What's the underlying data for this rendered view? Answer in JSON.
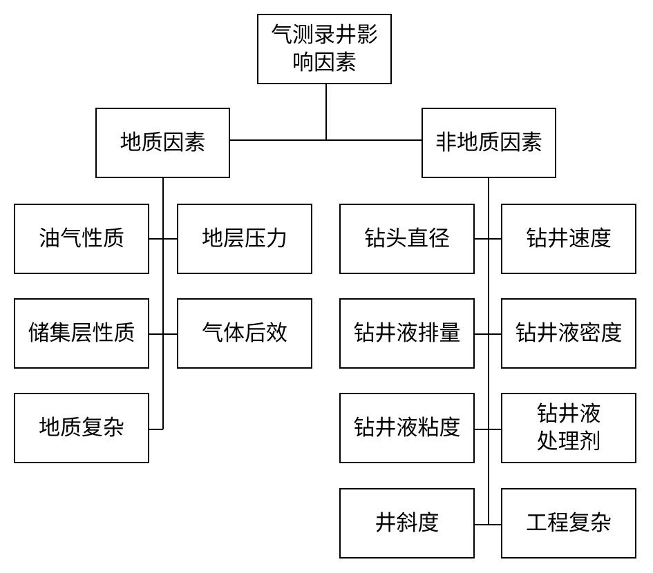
{
  "diagram": {
    "root": "气测录井影\n响因素",
    "branches": [
      {
        "label": "地质因素",
        "left_items": [
          "油气性质",
          "储集层性质",
          "地质复杂"
        ],
        "right_items": [
          "地层压力",
          "气体后效"
        ]
      },
      {
        "label": "非地质因素",
        "left_items": [
          "钻头直径",
          "钻井液排量",
          "钻井液粘度",
          "井斜度"
        ],
        "right_items": [
          "钻井速度",
          "钻井液密度",
          "钻井液\n处理剂",
          "工程复杂"
        ]
      }
    ]
  }
}
